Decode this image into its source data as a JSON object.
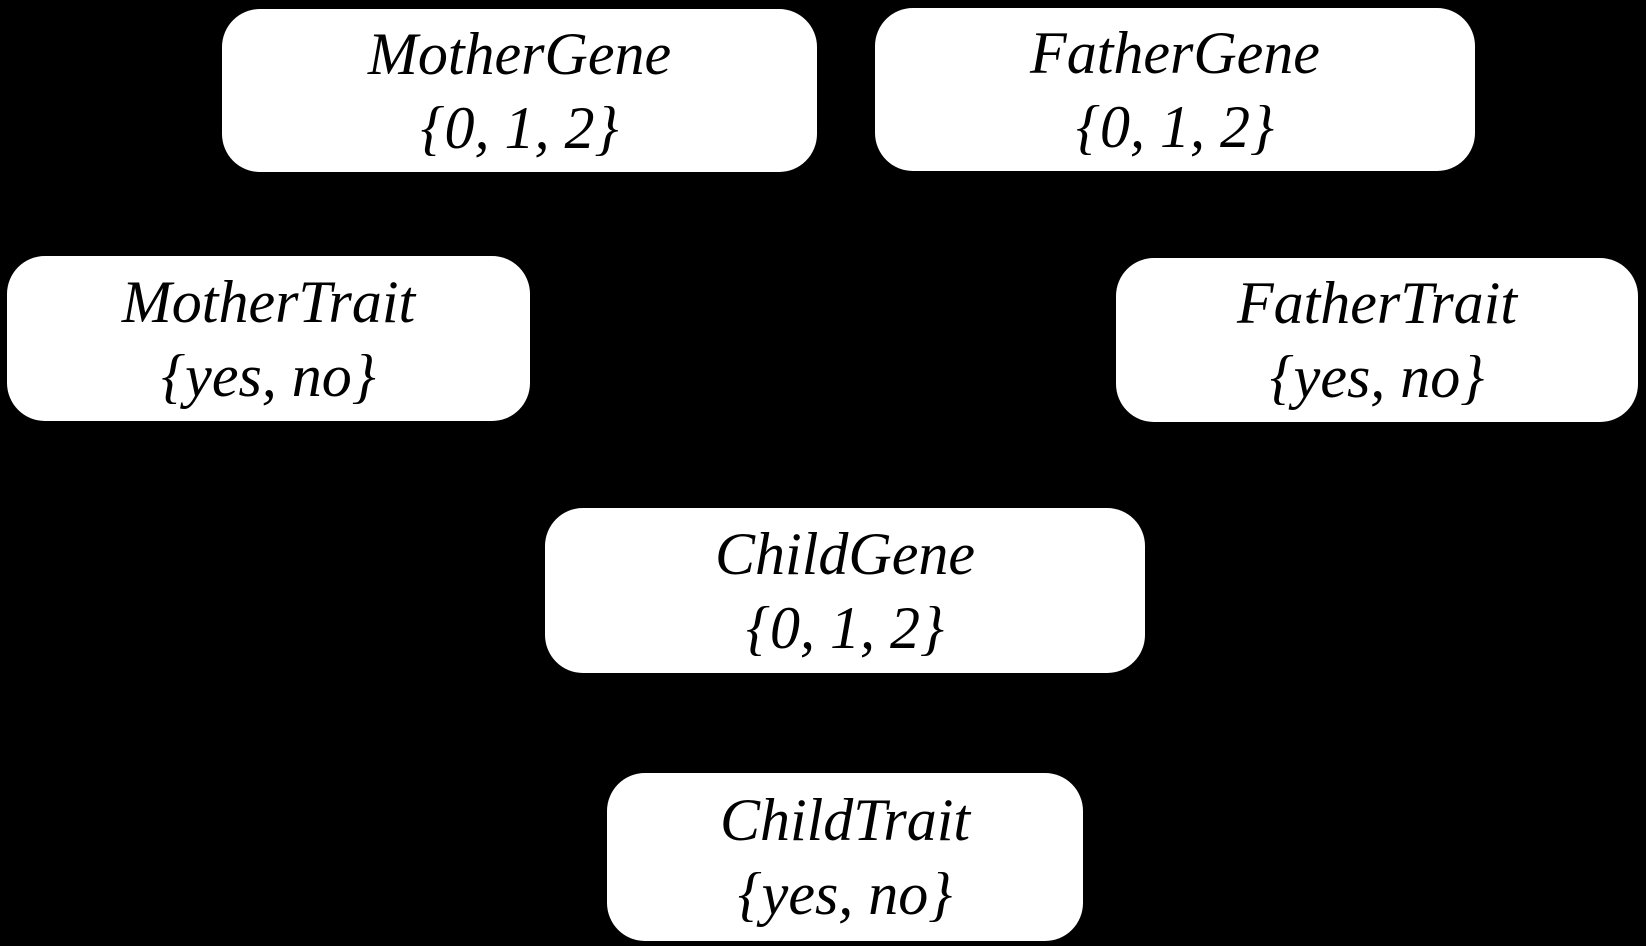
{
  "diagram": {
    "type": "bayesian-network",
    "background_color": "#000000",
    "node_fill_color": "#ffffff",
    "node_text_color": "#000000"
  },
  "nodes": {
    "mother_gene": {
      "title": "MotherGene",
      "values": "{0, 1, 2}"
    },
    "father_gene": {
      "title": "FatherGene",
      "values": "{0, 1, 2}"
    },
    "mother_trait": {
      "title": "MotherTrait",
      "values": "{yes, no}"
    },
    "father_trait": {
      "title": "FatherTrait",
      "values": "{yes, no}"
    },
    "child_gene": {
      "title": "ChildGene",
      "values": "{0, 1, 2}"
    },
    "child_trait": {
      "title": "ChildTrait",
      "values": "{yes, no}"
    }
  }
}
